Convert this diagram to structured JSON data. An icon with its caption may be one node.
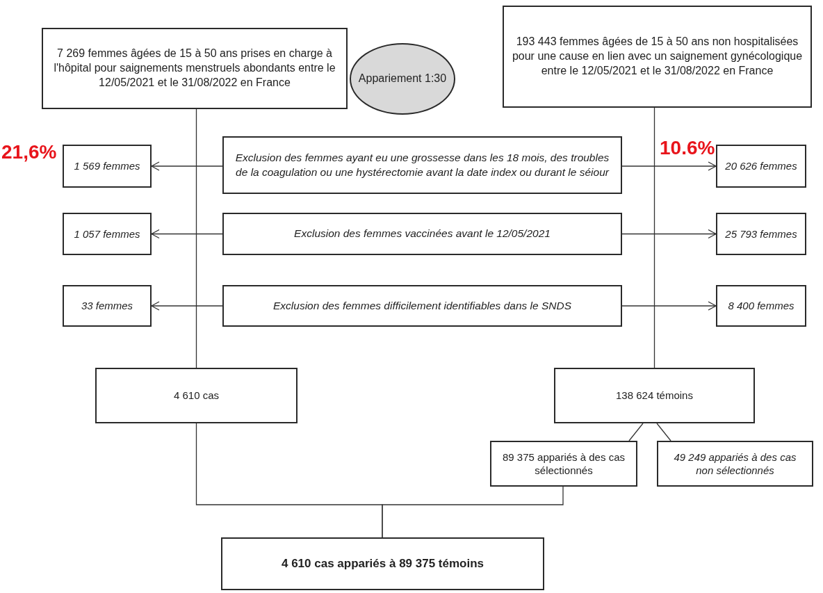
{
  "diagram": {
    "nodes": [
      {
        "text": [
          "7 269 femmes âgées de 15 à 50 ans prises en charge à l'hôpital pour saignements menstruels abondants entre le 12/05/2021 et le 31/08/2022 en France"
        ]
      },
      {
        "text": [
          "Appariement 1:30"
        ]
      },
      {
        "text": [
          "193 443 femmes âgées de 15 à 50 ans non hospitalisées pour une cause en lien avec un saignement gynécologique entre le 12/05/2021 et le 31/08/2022 en France"
        ]
      },
      {
        "text": [
          "1 569 femmes"
        ],
        "beside": [
          "21,6%"
        ]
      },
      {
        "text": [
          "Exclusion des femmes ayant eu une grossesse dans les 18 mois, des troubles de la coagulation ou une hystérectomie avant la date index ou durant le séiour"
        ]
      },
      {
        "text": [
          "20 626 femmes"
        ],
        "beside": [
          "10.6%"
        ]
      },
      {
        "text": [
          "1 057 femmes"
        ]
      },
      {
        "text": [
          "Exclusion des femmes vaccinées avant le 12/05/2021"
        ]
      },
      {
        "text": [
          "25 793 femmes"
        ]
      },
      {
        "text": [
          "33 femmes"
        ]
      },
      {
        "text": [
          "Exclusion des femmes difficilement identifiables dans le SNDS"
        ]
      },
      {
        "text": [
          "8 400 femmes"
        ]
      },
      {
        "text": [
          "4 610 cas"
        ]
      },
      {
        "text": [
          "138 624 témoins"
        ]
      },
      {
        "text": [
          "89 375 appariés à des cas sélectionnés"
        ]
      },
      {
        "text": [
          "49 249 appariés à des cas non sélectionnés"
        ]
      },
      {
        "text": [
          "4 610 cas appariés à 89 375 témoins"
        ]
      }
    ],
    "edges": [
      {
        "from": 0,
        "to": 12,
        "arrow": "none"
      },
      {
        "from": 2,
        "to": 13,
        "arrow": "none"
      },
      {
        "from": 4,
        "to": 3,
        "arrow": "to"
      },
      {
        "from": 4,
        "to": 5,
        "arrow": "to"
      },
      {
        "from": 7,
        "to": 6,
        "arrow": "to"
      },
      {
        "from": 7,
        "to": 8,
        "arrow": "to"
      },
      {
        "from": 10,
        "to": 9,
        "arrow": "to"
      },
      {
        "from": 10,
        "to": 11,
        "arrow": "to"
      },
      {
        "from": 13,
        "to": 14,
        "arrow": "none"
      },
      {
        "from": 13,
        "to": 15,
        "arrow": "none"
      },
      {
        "from": 12,
        "to": 16,
        "arrow": "none"
      },
      {
        "from": 14,
        "to": 16,
        "arrow": "none"
      }
    ]
  }
}
